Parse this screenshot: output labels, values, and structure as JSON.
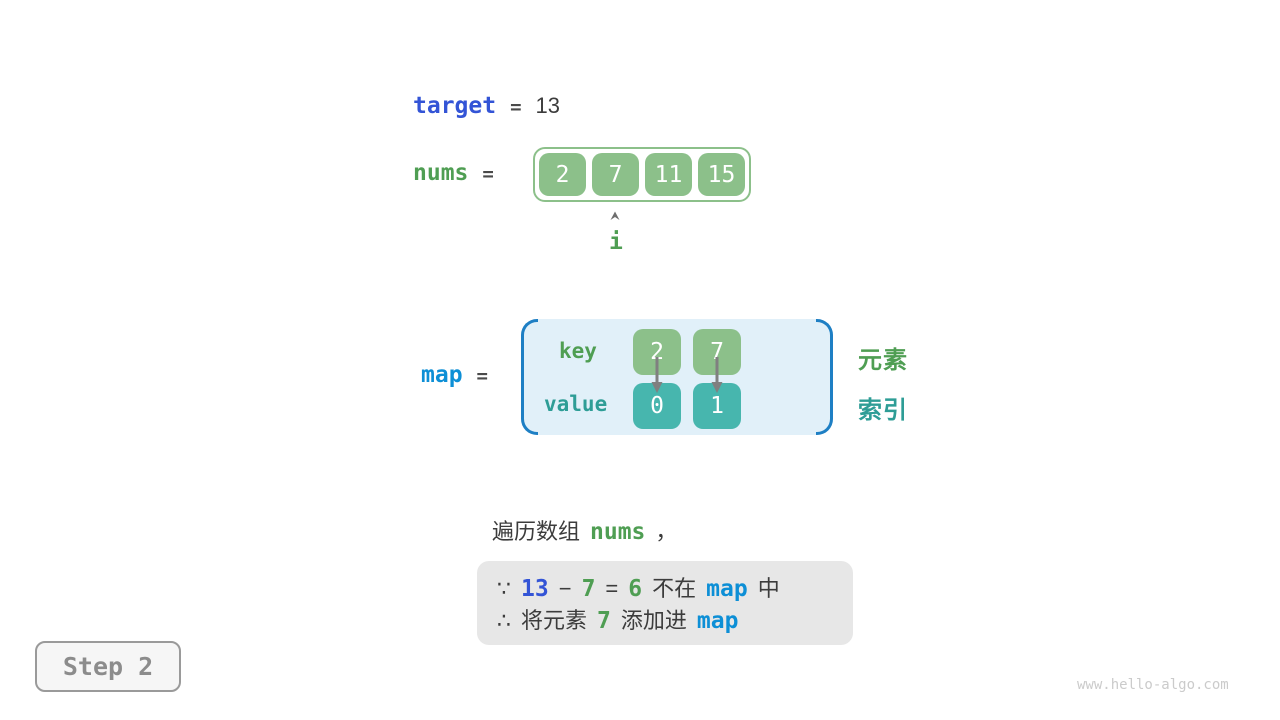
{
  "colors": {
    "blue": "#3354D6",
    "cyan": "#0D8FD6",
    "green": "#4F9E53",
    "teal": "#2E9D96",
    "green-fill": "#8CC08A",
    "teal-fill": "#47B6AE",
    "panel-bg": "#E1F0F9",
    "bracket": "#1E7FC4",
    "note-bg": "#E7E7E7"
  },
  "target": {
    "name": "target",
    "equals": "=",
    "value": "13"
  },
  "nums": {
    "name": "nums",
    "equals": "=",
    "values": [
      "2",
      "7",
      "11",
      "15"
    ],
    "pointer_label": "i",
    "pointer_index": 1
  },
  "map": {
    "name": "map",
    "equals": "=",
    "key_label": "key",
    "value_label": "value",
    "entries": [
      {
        "key": "2",
        "value": "0"
      },
      {
        "key": "7",
        "value": "1"
      }
    ],
    "side_label_key": "元素",
    "side_label_value": "索引"
  },
  "caption": {
    "prefix": "遍历数组",
    "code": "nums",
    "suffix": "，"
  },
  "note": {
    "line1": [
      {
        "t": "∵",
        "c": "dark"
      },
      {
        "t": "13",
        "c": "blue"
      },
      {
        "t": "−",
        "c": "dark"
      },
      {
        "t": "7",
        "c": "green"
      },
      {
        "t": "=",
        "c": "dark"
      },
      {
        "t": "6",
        "c": "green"
      },
      {
        "t": "不在",
        "c": "dark"
      },
      {
        "t": "map",
        "c": "cyan"
      },
      {
        "t": "中",
        "c": "dark"
      }
    ],
    "line2": [
      {
        "t": "∴",
        "c": "dark"
      },
      {
        "t": "将元素",
        "c": "dark"
      },
      {
        "t": "7",
        "c": "green"
      },
      {
        "t": "添加进",
        "c": "dark"
      },
      {
        "t": "map",
        "c": "cyan"
      }
    ]
  },
  "step": {
    "label": "Step 2"
  },
  "watermark": "www.hello-algo.com"
}
